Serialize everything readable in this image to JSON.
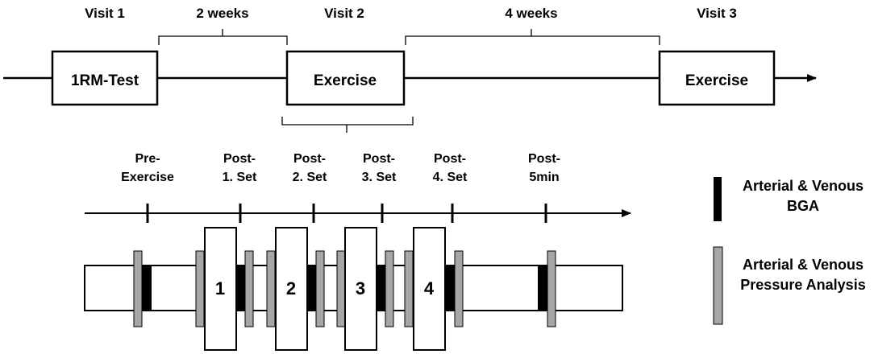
{
  "timeline": {
    "visits": [
      "Visit 1",
      "Visit 2",
      "Visit 3"
    ],
    "intervals": [
      "2 weeks",
      "4 weeks"
    ],
    "boxes": [
      "1RM-Test",
      "Exercise",
      "Exercise"
    ]
  },
  "protocol": {
    "timepoints": [
      {
        "line1": "Pre-",
        "line2": "Exercise"
      },
      {
        "line1": "Post-",
        "line2": "1. Set"
      },
      {
        "line1": "Post-",
        "line2": "2. Set"
      },
      {
        "line1": "Post-",
        "line2": "3. Set"
      },
      {
        "line1": "Post-",
        "line2": "4. Set"
      },
      {
        "line1": "Post-",
        "line2": "5min"
      }
    ],
    "sets": [
      "1",
      "2",
      "3",
      "4"
    ]
  },
  "legend": {
    "bga": {
      "line1": "Arterial & Venous",
      "line2": "BGA",
      "color": "#000000"
    },
    "pressure": {
      "line1": "Arterial & Venous",
      "line2": "Pressure Analysis",
      "color": "#a6a6a6"
    }
  }
}
